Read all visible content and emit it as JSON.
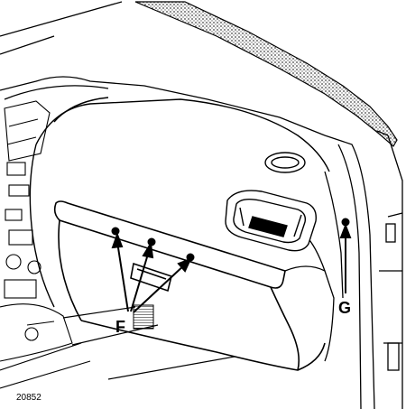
{
  "callouts": {
    "f": "F",
    "g": "G"
  },
  "figure_reference": "20852",
  "colors": {
    "line": "#000000",
    "background": "#ffffff",
    "hatch": "#555555"
  }
}
